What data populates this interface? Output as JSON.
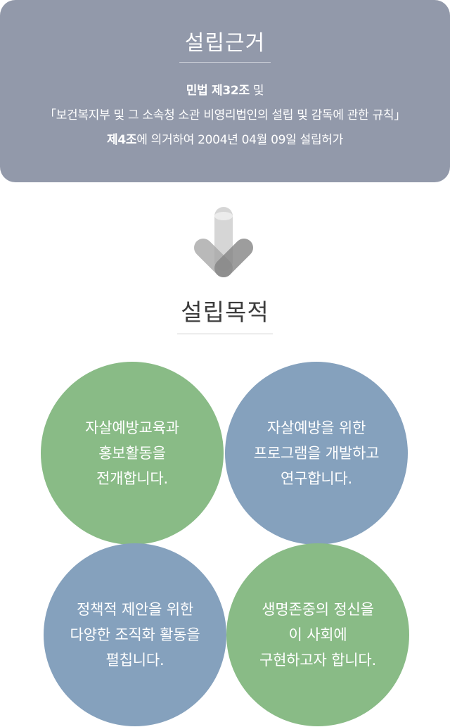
{
  "basis": {
    "title": "설립근거",
    "line1_bold": "민법 제32조",
    "line1_rest": " 및",
    "line2": "「보건복지부 및 그 소속청 소관 비영리법인의 설립 및 감독에 관한 규칙」",
    "line3_bold": "제4조",
    "line3_rest": "에 의거하여 2004년 04월 09일 설립허가"
  },
  "arrow_icon": "down-arrow-icon",
  "purpose": {
    "title": "설립목적",
    "items": [
      {
        "color": "#89bb86",
        "lines": [
          "자살예방교육과",
          "홍보활동을",
          "전개합니다."
        ]
      },
      {
        "color": "#85a1bd",
        "lines": [
          "자살예방을 위한",
          "프로그램을 개발하고",
          "연구합니다."
        ]
      },
      {
        "color": "#85a1bd",
        "lines": [
          "정책적 제안을 위한",
          "다양한 조직화 활동을",
          "펼칩니다."
        ]
      },
      {
        "color": "#89bb86",
        "lines": [
          "생명존중의 정신을",
          "이 사회에",
          "구현하고자 합니다."
        ]
      }
    ]
  },
  "colors": {
    "basis_bg": "#9299aa",
    "green": "#89bb86",
    "blue": "#85a1bd"
  }
}
